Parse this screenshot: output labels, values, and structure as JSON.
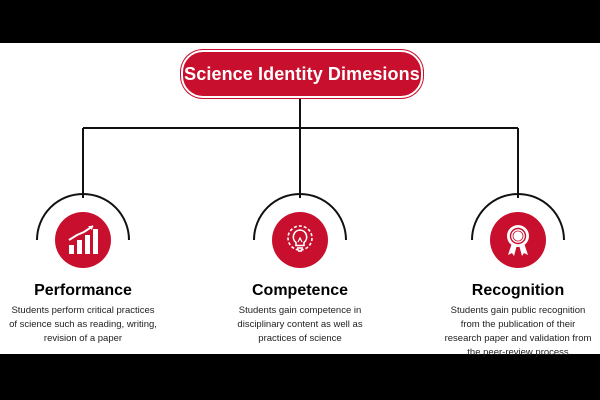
{
  "title": "Science Identity Dimesions",
  "colors": {
    "accent": "#c8102e",
    "line": "#111111",
    "background": "#ffffff"
  },
  "dimensions": [
    {
      "heading": "Performance",
      "icon": "bar-chart-growth-icon",
      "description_lines": [
        "Students perform critical practices",
        "of science such as reading, writing,",
        "revision of a paper"
      ]
    },
    {
      "heading": "Competence",
      "icon": "lightbulb-gear-icon",
      "description_lines": [
        "Students gain competence in",
        "disciplinary content as well as",
        "practices of science"
      ]
    },
    {
      "heading": "Recognition",
      "icon": "award-ribbon-icon",
      "description_lines": [
        "Students gain public recognition",
        "from the publication of their",
        "research paper and validation from",
        "the peer-review process"
      ]
    }
  ]
}
